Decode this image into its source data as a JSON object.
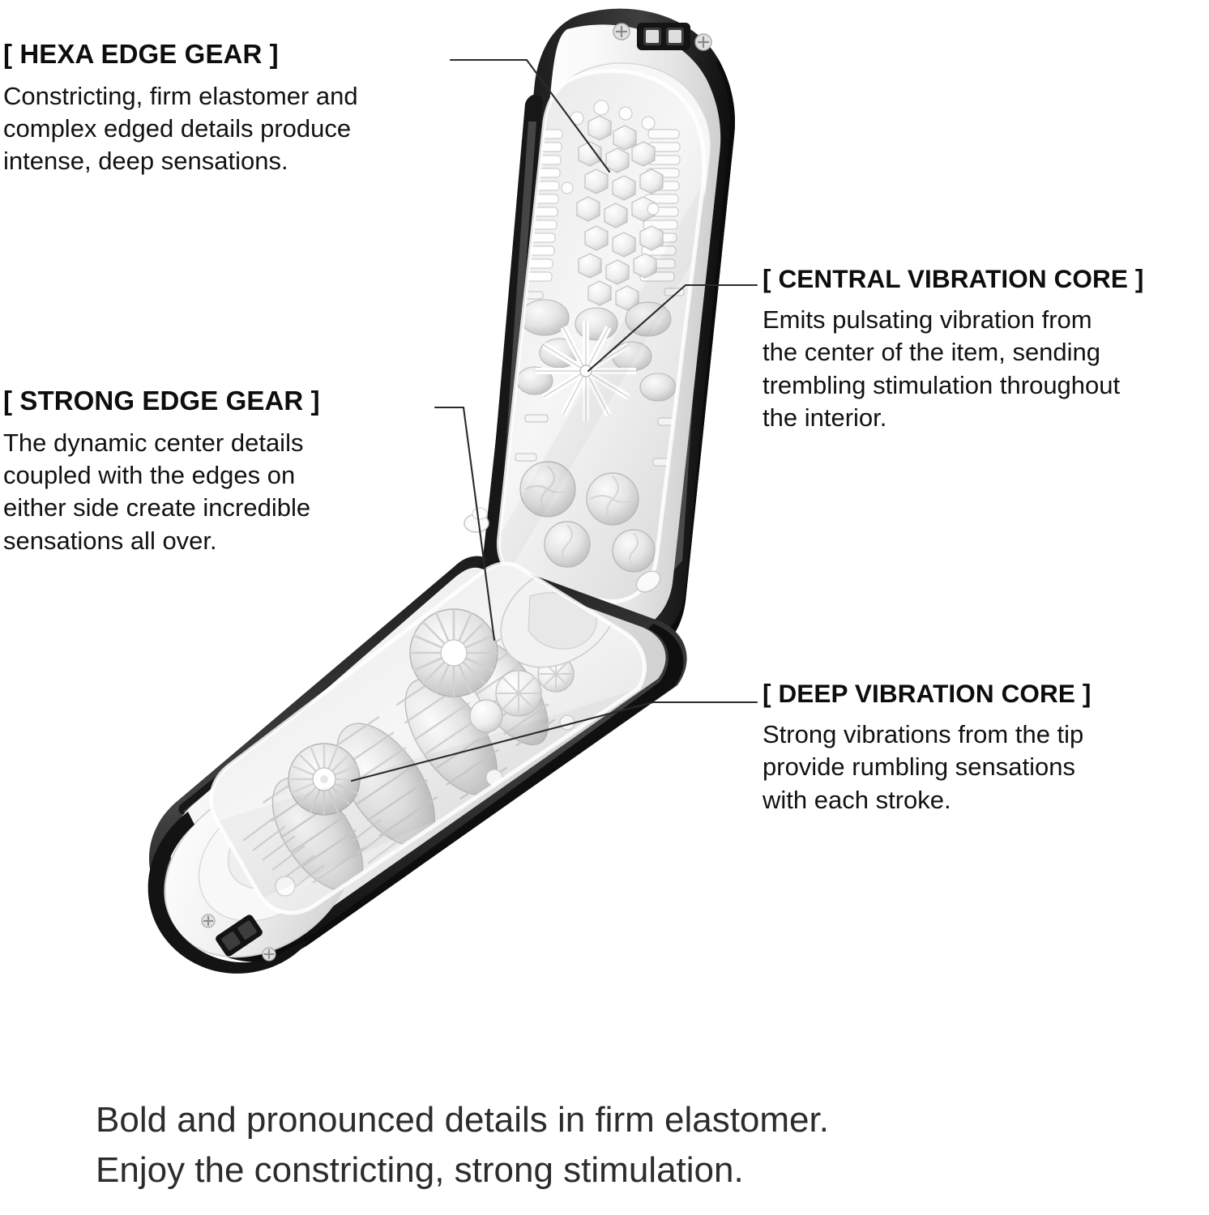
{
  "page": {
    "background_color": "#ffffff",
    "text_color": "#111111",
    "caption_color": "#2c2c2c"
  },
  "callouts": [
    {
      "id": "hexa-edge-gear",
      "title": "[ HEXA EDGE GEAR ]",
      "lines": [
        "Constricting, firm elastomer and",
        "complex edged details produce",
        "intense, deep sensations."
      ]
    },
    {
      "id": "strong-edge-gear",
      "title": "[ STRONG EDGE GEAR ]",
      "lines": [
        "The dynamic center details",
        "coupled with the edges on",
        "either side create incredible",
        "sensations all over."
      ]
    },
    {
      "id": "central-vibration-core",
      "title": "[ CENTRAL VIBRATION CORE ]",
      "lines": [
        "Emits pulsating vibration from",
        "the center of the item, sending",
        "trembling stimulation throughout",
        "the interior."
      ]
    },
    {
      "id": "deep-vibration-core",
      "title": "[ DEEP VIBRATION CORE ]",
      "lines": [
        "Strong vibrations from the tip",
        "provide rumbling sensations",
        "with each stroke."
      ]
    }
  ],
  "bottom_caption": {
    "line1": "Bold and pronounced details in firm elastomer.",
    "line2": "Enjoy the constricting, strong stimulation."
  },
  "product_image": {
    "description": "Cutaway render of an opened clamshell male masturbator device, bent at a hinge into a V shape, showing the white textured elastomer interior sleeve inside a black outer casing",
    "casing_color": "#1b1b1b",
    "casing_highlight_color": "#454545",
    "interior_color": "#f2f2f2",
    "interior_shadow_color": "#c9c9c9",
    "port_color": "#141414",
    "leader_line_color": "#2a2a2a"
  }
}
